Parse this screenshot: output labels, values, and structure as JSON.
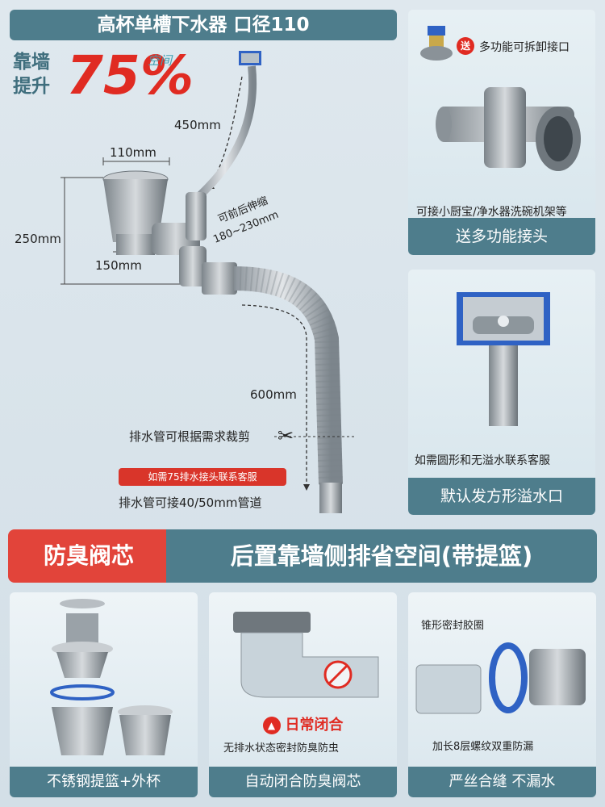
{
  "header": {
    "title": "高杯单槽下水器 口径110",
    "badge_line1": "靠墙",
    "badge_line2": "提升",
    "badge_percent": "75%",
    "badge_small": "空间"
  },
  "dimensions": {
    "cup_width": "110mm",
    "hose_length": "450mm",
    "height": "250mm",
    "depth": "150mm",
    "adjust_label": "可前后伸缩",
    "adjust_range": "180~230mm",
    "drain_length": "600mm"
  },
  "notes": {
    "cut_note": "排水管可根据需求裁剪",
    "contact_pill": "如需75排水接头联系客服",
    "pipe_note": "排水管可接40/50mm管道"
  },
  "card_joint": {
    "gift_badge": "送",
    "top_text": "多功能可拆卸接口",
    "mid_text": "可接小厨宝/净水器洗碗机架等",
    "footer": "送多功能接头"
  },
  "card_overflow": {
    "mid_text": "如需圆形和无溢水联系客服",
    "footer": "默认发方形溢水口"
  },
  "banner": {
    "left": "防臭阀芯",
    "right": "后置靠墙侧排省空间(带提篮)"
  },
  "bottom_cards": [
    {
      "footer": "不锈钢提篮+外杯"
    },
    {
      "footer": "自动闭合防臭阀芯",
      "warn_title": "日常闭合",
      "warn_note": "无排水状态密封防臭防虫"
    },
    {
      "footer": "严丝合缝 不漏水",
      "top_note": "锥形密封胶圈",
      "bottom_note": "加长8层螺纹双重防漏"
    }
  ],
  "colors": {
    "accent_teal": "#4e7d8c",
    "accent_red": "#e02b22",
    "seal_blue": "#2f62c4"
  }
}
